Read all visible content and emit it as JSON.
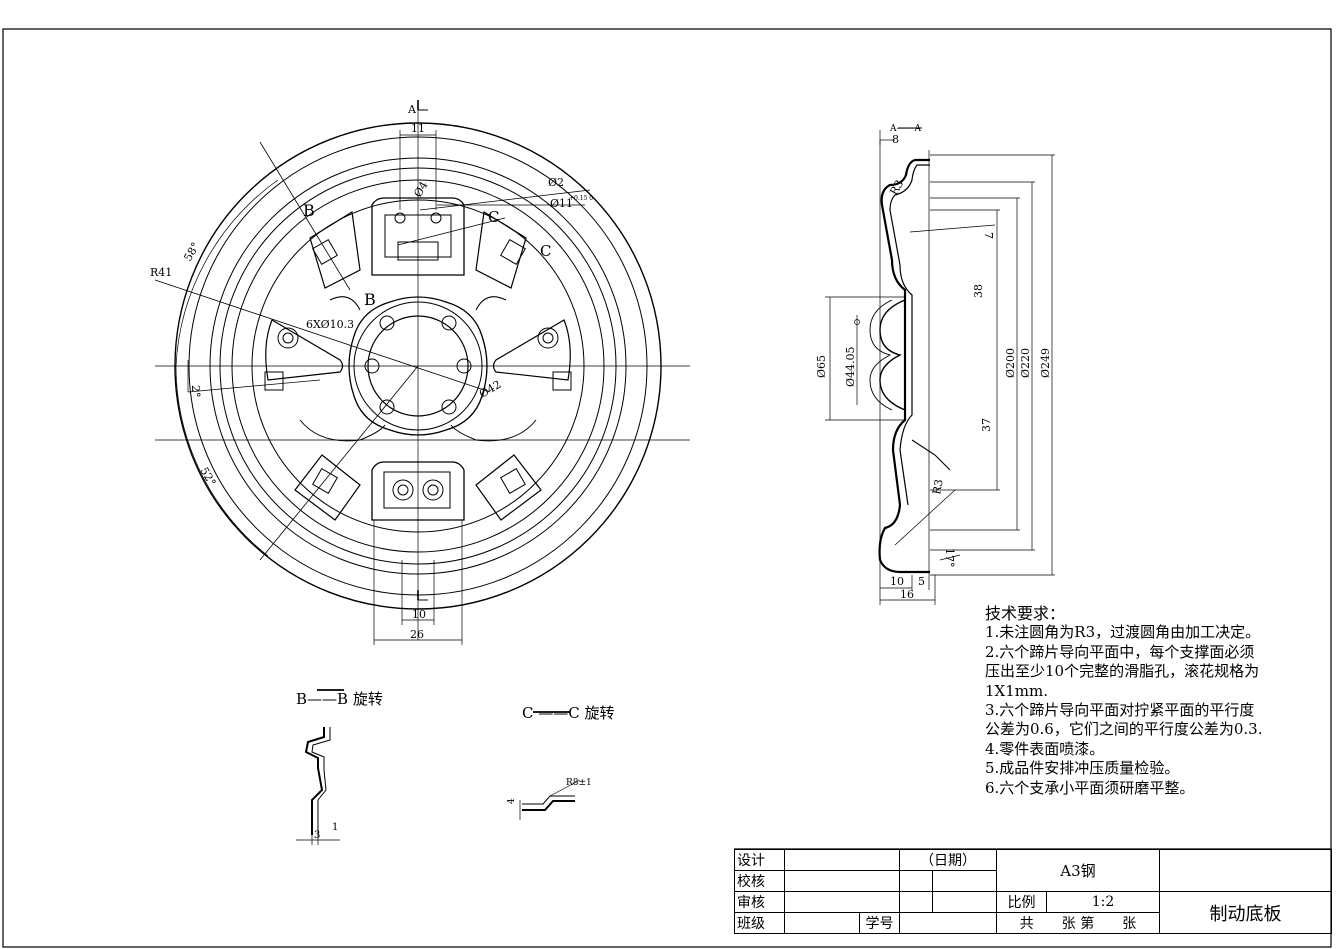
{
  "drawing": {
    "front_view": {
      "section_A": "A",
      "dim_11": "11",
      "dim_10": "10",
      "dim_26": "26",
      "dim_R41": "R41",
      "dim_58deg": "58°",
      "dim_52deg": "52°",
      "dim_2deg": "2°",
      "dim_phi4": "Ø4",
      "dim_phi2": "Ø2",
      "dim_phi11": "Ø11",
      "dim_phi11_tol": "+0.15 0",
      "dim_holes": "6XØ10.3",
      "dim_phi42": "Ø42",
      "label_B": "B",
      "label_C": "C"
    },
    "side_view": {
      "section": "A——A",
      "dim_8": "8",
      "dim_R3": "R3",
      "dim_7": "7",
      "dim_38": "38",
      "dim_37": "37",
      "dim_phi65": "Ø65",
      "dim_phi44": "Ø44.05",
      "dim_phi200": "Ø200",
      "dim_phi220": "Ø220",
      "dim_phi249": "Ø249",
      "dim_10": "10",
      "dim_5": "5",
      "dim_16": "16",
      "dim_R3b": "R3",
      "dim_17deg": "17°"
    },
    "section_BB": {
      "title": "B——B 旋转",
      "dim_3": "3",
      "dim_1": "1"
    },
    "section_CC": {
      "title": "C ——C 旋转",
      "dim_4": "4",
      "dim_R": "R8±1"
    }
  },
  "requirements": {
    "title": "技术要求：",
    "items": [
      "1.未注圆角为R3，过渡圆角由加工决定。",
      "2.六个蹄片导向平面中，每个支撑面必须",
      "压出至少10个完整的滑脂孔，滚花规格为",
      "1X1mm.",
      "3.六个蹄片导向平面对拧紧平面的平行度",
      "公差为0.6，它们之间的平行度公差为0.3.",
      "4.零件表面喷漆。",
      "5.成品件安排冲压质量检验。",
      "6.六个支承小平面须研磨平整。"
    ]
  },
  "title_block": {
    "design": "设计",
    "check": "校核",
    "review": "审核",
    "class": "班级",
    "student_no": "学号",
    "date": "（日期）",
    "material": "A3钢",
    "scale_label": "比例",
    "scale": "1:2",
    "sheets": "共　　张 第　　张",
    "part_name": "制动底板"
  }
}
